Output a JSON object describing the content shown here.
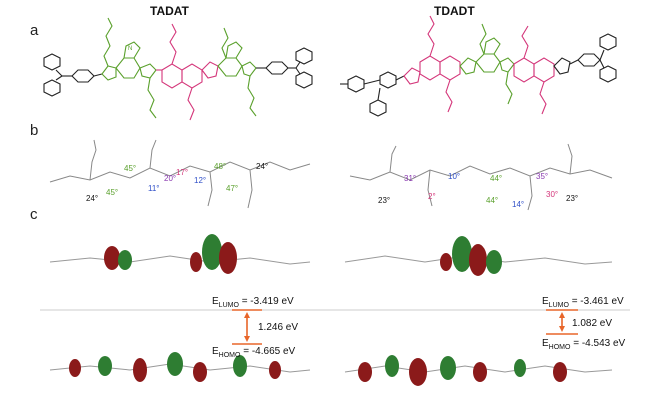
{
  "panels": {
    "a": "a",
    "b": "b",
    "c": "c"
  },
  "molecules": {
    "left": "TADAT",
    "right": "TDADT"
  },
  "angles": {
    "left": [
      "24°",
      "45°",
      "45°",
      "11°",
      "20°",
      "17°",
      "12°",
      "48°",
      "47°",
      "24°"
    ],
    "right": [
      "23°",
      "31°",
      "2°",
      "10°",
      "44°",
      "44°",
      "14°",
      "35°",
      "30°",
      "23°"
    ]
  },
  "energies": {
    "left": {
      "lumo_prefix": "E",
      "lumo_sub": "LUMO",
      "lumo_value": "= -3.419 eV",
      "gap": "1.246 eV",
      "homo_prefix": "E",
      "homo_sub": "HOMO",
      "homo_value": "= -4.665 eV"
    },
    "right": {
      "lumo_prefix": "E",
      "lumo_sub": "LUMO",
      "lumo_value": "= -3.461 eV",
      "gap": "1.082 eV",
      "homo_prefix": "E",
      "homo_sub": "HOMO",
      "homo_value": "= -4.543 eV"
    }
  },
  "colors": {
    "green": "#5aa02c",
    "pink": "#d4367a",
    "orange": "#e8662a",
    "blue": "#3050c8",
    "purple": "#8a3ab0",
    "orbital_red": "#8b1a1a",
    "orbital_green": "#2e7d32"
  }
}
